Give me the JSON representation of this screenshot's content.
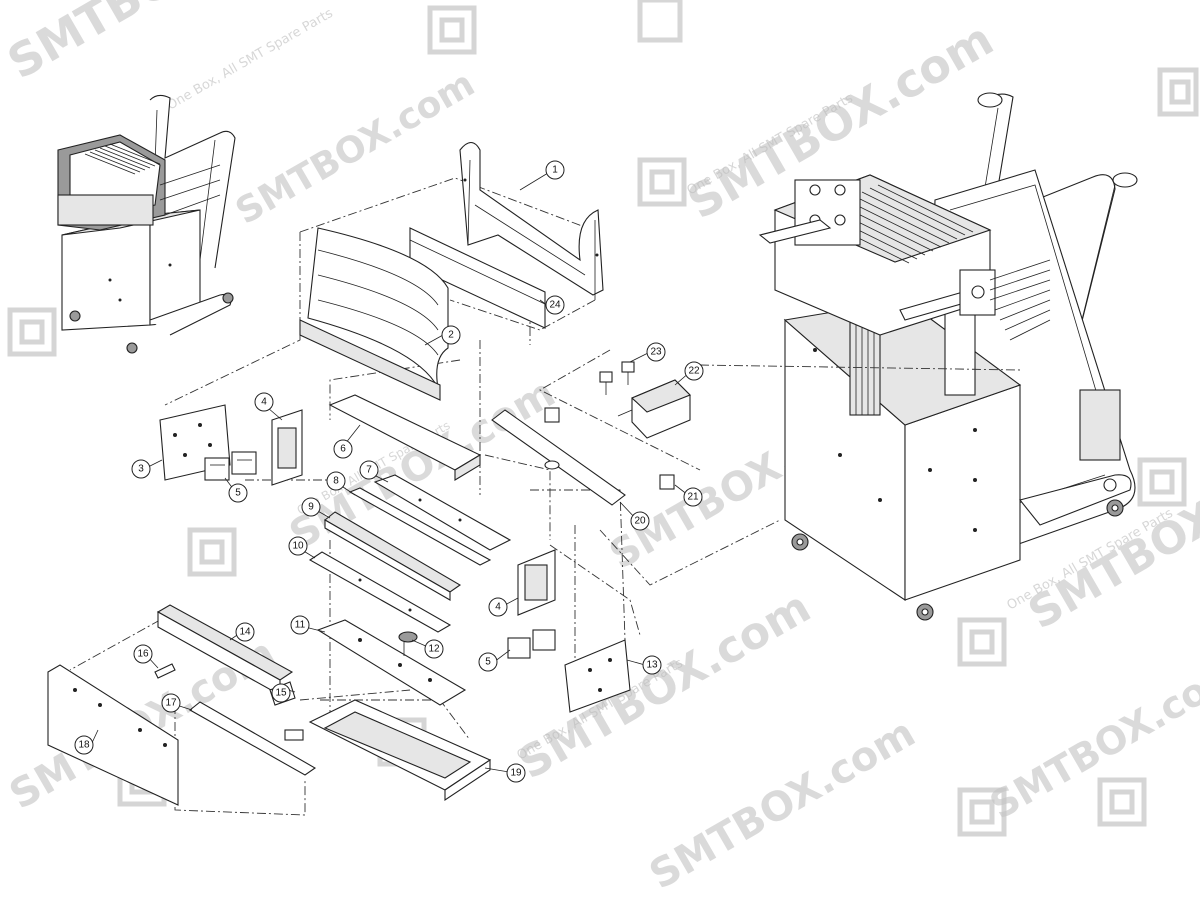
{
  "watermark": {
    "brand": "SMTBOX.com",
    "tagline": "One Box, All SMT Spare Parts"
  },
  "callouts": [
    "1",
    "2",
    "3",
    "4",
    "5",
    "6",
    "7",
    "8",
    "9",
    "10",
    "11",
    "12",
    "13",
    "14",
    "15",
    "16",
    "17",
    "18",
    "19",
    "20",
    "21",
    "22",
    "23",
    "24"
  ],
  "icons": {
    "watermark_logo": "qr-logo-icon"
  }
}
